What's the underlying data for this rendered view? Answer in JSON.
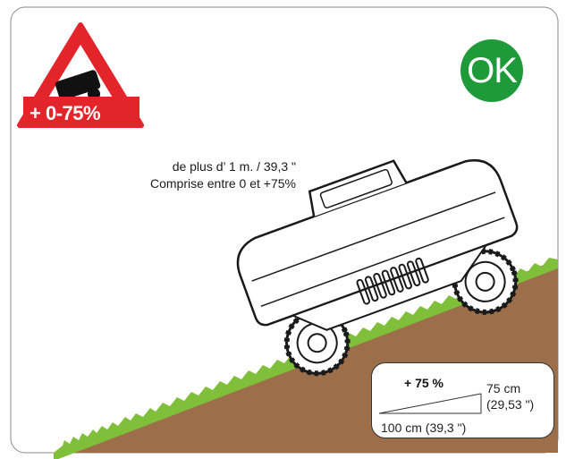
{
  "warning_sign": {
    "label": "+ 0-75%",
    "color": "#e3242b"
  },
  "status_badge": {
    "label": "OK",
    "color": "#1f9a3a"
  },
  "info": {
    "line1": "de plus d’ 1 m. / 39,3 \"",
    "line2": "Comprise entre 0 et +75%"
  },
  "slope_box": {
    "percent": "+ 75 %",
    "height_cm": "75 cm",
    "height_in": "(29,53 \")",
    "length": "100 cm (39,3 \")"
  },
  "colors": {
    "soil": "#9c6f4a",
    "grass": "#7fbf3a",
    "robot_outline": "#1a1a1a"
  },
  "icons": [
    "tilted-robot-icon",
    "mower-robot-icon"
  ]
}
